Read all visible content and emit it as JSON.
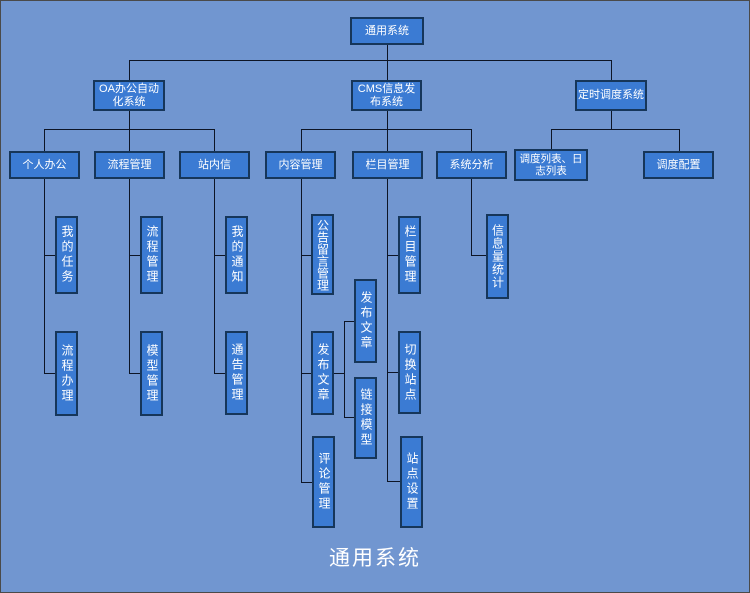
{
  "footer": {
    "title": "通用系统"
  },
  "nodes": {
    "root": "通用系统",
    "oa_system": "OA办公自动化系统",
    "cms_system": "CMS信息发布系统",
    "scheduler_system": "定时调度系统",
    "personal_office": "个人办公",
    "process_mgmt": "流程管理",
    "site_mail": "站内信",
    "content_mgmt": "内容管理",
    "column_mgmt": "栏目管理",
    "system_analysis": "系统分析",
    "schedule_lists": "调度列表、日志列表",
    "schedule_config": "调度配置",
    "my_tasks": "我的任务",
    "process_handling": "流程办理",
    "process_mgmt_sub": "流程管理",
    "model_mgmt": "模型管理",
    "my_notices": "我的通知",
    "notice_mgmt": "通告管理",
    "announcement_msg_mgmt": "公告留言管理",
    "publish_article": "发布文章",
    "comment_mgmt": "评论管理",
    "publish_article_sub": "发布文章",
    "link_model": "链接模型",
    "column_mgmt_sub": "栏目管理",
    "switch_site": "切换站点",
    "site_settings": "站点设置",
    "info_volume_stats": "信息量统计"
  },
  "colors": {
    "background": "#7196d0",
    "box_fill": "#3b7bd3",
    "box_border": "#16365a",
    "line": "#0d1526",
    "text": "#ffffff"
  }
}
